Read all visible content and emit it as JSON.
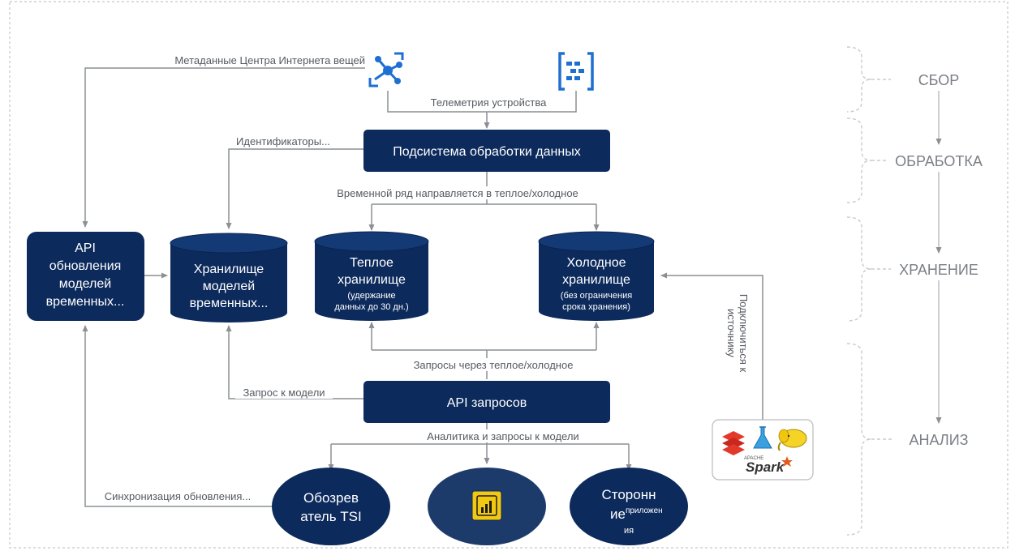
{
  "edges": {
    "metadata": "Метаданные Центра Интернета вещей",
    "telemetry": "Телеметрия устройства",
    "identifiers": "Идентификаторы...",
    "routing": "Временной ряд направляется в теплое/холодное",
    "queries_wc": "Запросы через теплое/холодное",
    "model_query": "Запрос к модели",
    "analytics": "Аналитика и запросы к модели",
    "sync": "Синхронизация обновления...",
    "connect_source": "Подключиться к источнику"
  },
  "nodes": {
    "processing": "Подсистема обработки данных",
    "api_update": [
      "API",
      "обновления",
      "моделей",
      "временных..."
    ],
    "model_store": [
      "Хранилище",
      "моделей",
      "временных..."
    ],
    "warm": {
      "title": [
        "Теплое",
        "хранилище"
      ],
      "note": [
        "(удержание",
        "данных до 30 дн.)"
      ]
    },
    "cold": {
      "title": [
        "Холодное",
        "хранилище"
      ],
      "note": [
        "(без ограничения",
        "срока хранения)"
      ]
    },
    "query_api": "API запросов",
    "tsi_explorer": [
      "Обозрев",
      "атель TSI"
    ],
    "third_party": {
      "main1": "Сторонн",
      "main2": "ие",
      "sup": "приложен",
      "tail": "ия"
    },
    "spark": {
      "brand": "Spark",
      "apache": "APACHE"
    }
  },
  "stages": [
    "СБОР",
    "ОБРАБОТКА",
    "ХРАНЕНИЕ",
    "АНАЛИЗ"
  ],
  "colors": {
    "navy": "#0c2a5c",
    "blue_icon": "#1f6fd1",
    "powerbi_yellow": "#f2c811",
    "line": "#8c8f94"
  },
  "icons": [
    "iot-hub-icon",
    "event-hubs-icon",
    "power-bi-icon",
    "databricks-icon",
    "ml-flask-icon",
    "hadoop-elephant-icon",
    "spark-icon"
  ]
}
